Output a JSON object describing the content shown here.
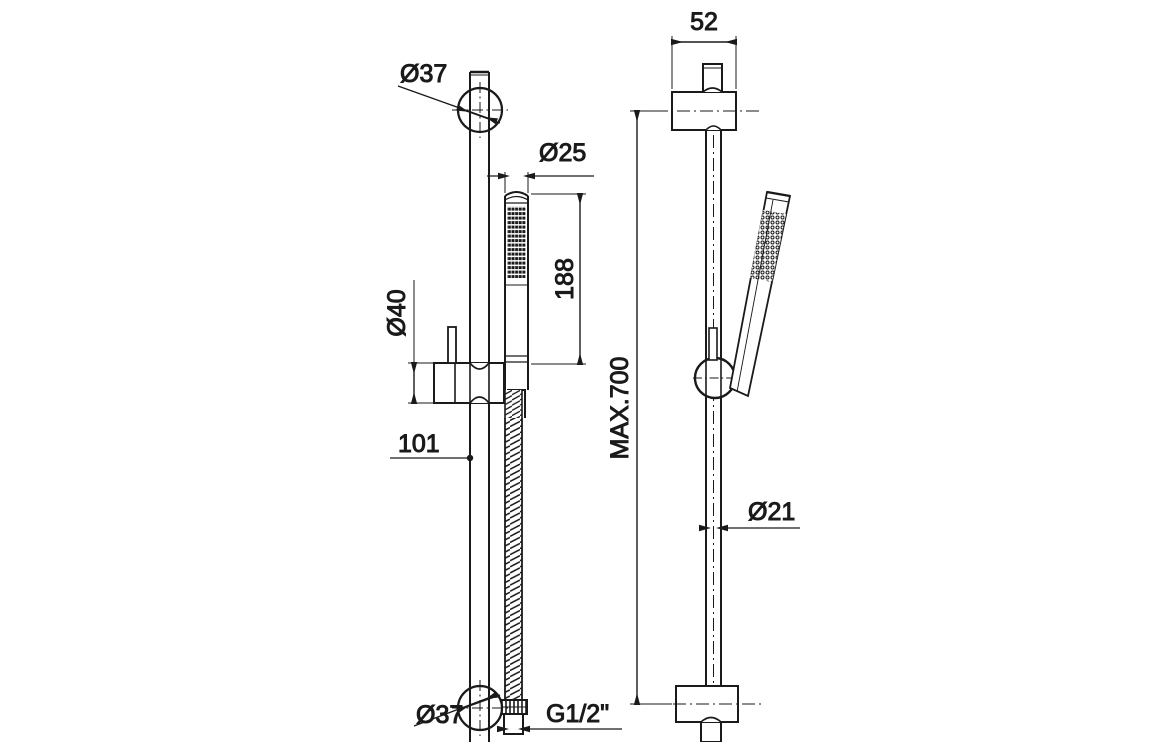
{
  "drawing": {
    "title": "Shower Slide Rail Kit Dimensional Drawing",
    "background_color": "#ffffff",
    "line_color": "#1a1a1a",
    "units": "mm",
    "views": [
      {
        "name": "front-view",
        "label": ""
      },
      {
        "name": "side-view",
        "label": ""
      }
    ]
  },
  "dimensions": {
    "top_bracket_diameter": "Ø37",
    "handshower_diameter": "Ø25",
    "handshower_length": "188",
    "holder_diameter": "Ø40",
    "holder_offset": "101",
    "bottom_bracket_diameter": "Ø37",
    "hose_connection": "G1/2\"",
    "bracket_projection": "52",
    "rail_max_length": "MAX.700",
    "rail_diameter": "Ø21"
  }
}
